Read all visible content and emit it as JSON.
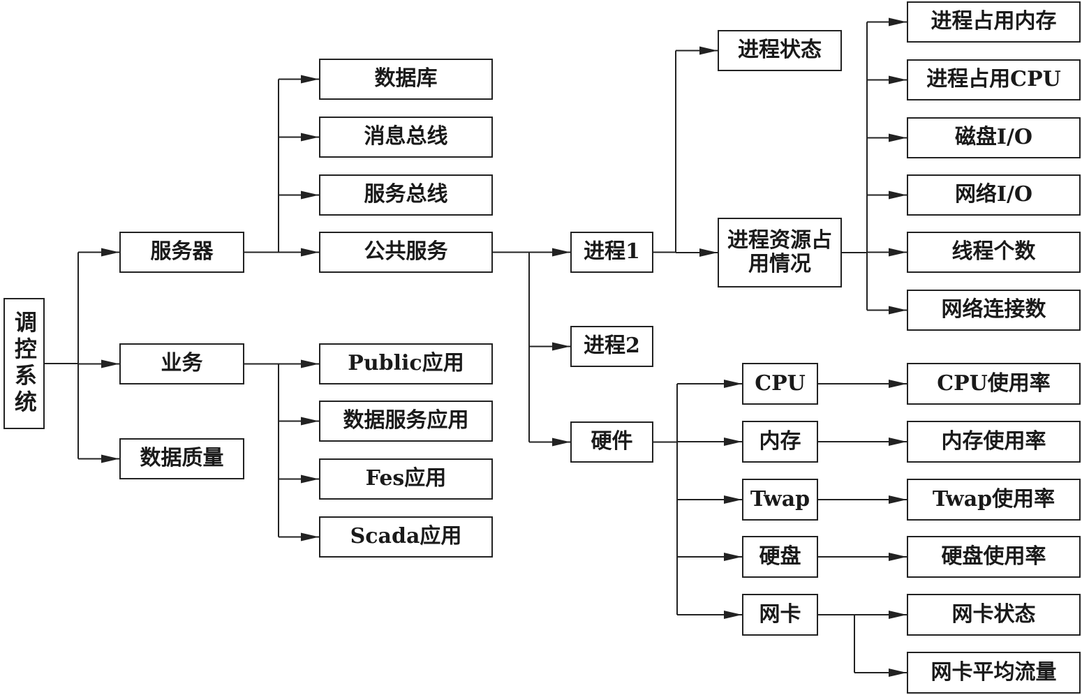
{
  "diagram": {
    "type": "tree",
    "direction": "left-to-right",
    "line_color": "#222222",
    "nodes": {
      "root": "调控系统",
      "server": "服务器",
      "biz": "业务",
      "dq": "数据质量",
      "db": "数据库",
      "mbus": "消息总线",
      "sbus": "服务总线",
      "pub": "公共服务",
      "pubapp": "Public应用",
      "dsapp": "数据服务应用",
      "fes": "Fes应用",
      "scada": "Scada应用",
      "p1": "进程1",
      "p2": "进程2",
      "hw": "硬件",
      "pstate": "进程状态",
      "pres": "进程资源占用情况",
      "pmem": "进程占用内存",
      "pcpu": "进程占用CPU",
      "dio": "磁盘I/O",
      "nio": "网络I/O",
      "thr": "线程个数",
      "conn": "网络连接数",
      "cpu": "CPU",
      "mem": "内存",
      "twap": "Twap",
      "disk": "硬盘",
      "nic": "网卡",
      "cpuu": "CPU使用率",
      "memu": "内存使用率",
      "twapu": "Twap使用率",
      "disku": "硬盘使用率",
      "nics": "网卡状态",
      "nicf": "网卡平均流量"
    },
    "edges": [
      [
        "root",
        "server"
      ],
      [
        "root",
        "biz"
      ],
      [
        "root",
        "dq"
      ],
      [
        "server",
        "db"
      ],
      [
        "server",
        "mbus"
      ],
      [
        "server",
        "sbus"
      ],
      [
        "server",
        "pub"
      ],
      [
        "biz",
        "pubapp"
      ],
      [
        "biz",
        "dsapp"
      ],
      [
        "biz",
        "fes"
      ],
      [
        "biz",
        "scada"
      ],
      [
        "pub",
        "p1"
      ],
      [
        "pub",
        "p2"
      ],
      [
        "pub",
        "hw"
      ],
      [
        "p1",
        "pstate"
      ],
      [
        "p1",
        "pres"
      ],
      [
        "pres",
        "pmem"
      ],
      [
        "pres",
        "pcpu"
      ],
      [
        "pres",
        "dio"
      ],
      [
        "pres",
        "nio"
      ],
      [
        "pres",
        "thr"
      ],
      [
        "pres",
        "conn"
      ],
      [
        "hw",
        "cpu"
      ],
      [
        "hw",
        "mem"
      ],
      [
        "hw",
        "twap"
      ],
      [
        "hw",
        "disk"
      ],
      [
        "hw",
        "nic"
      ],
      [
        "cpu",
        "cpuu"
      ],
      [
        "mem",
        "memu"
      ],
      [
        "twap",
        "twapu"
      ],
      [
        "disk",
        "disku"
      ],
      [
        "nic",
        "nics"
      ],
      [
        "nic",
        "nicf"
      ]
    ]
  }
}
